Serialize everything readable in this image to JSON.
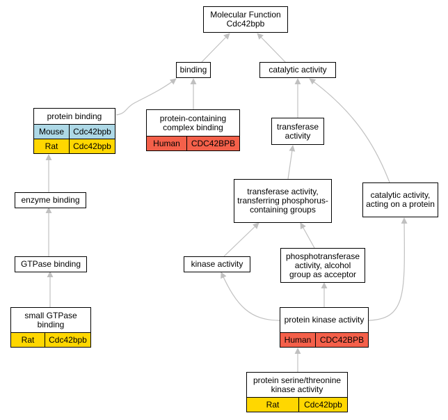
{
  "diagram": {
    "nodes": {
      "mf": {
        "title": "Molecular Function Cdc42bpb"
      },
      "binding": {
        "title": "binding"
      },
      "catalytic": {
        "title": "catalytic activity"
      },
      "protein_binding": {
        "title": "protein binding",
        "rows": [
          {
            "species": "Mouse",
            "gene": "Cdc42bpb",
            "color": "#add8e6"
          },
          {
            "species": "Rat",
            "gene": "Cdc42bpb",
            "color": "#ffd700"
          }
        ]
      },
      "complex_binding": {
        "title": "protein-containing complex binding",
        "rows": [
          {
            "species": "Human",
            "gene": "CDC42BPB",
            "color": "#f4604a"
          }
        ]
      },
      "transferase": {
        "title": "transferase activity"
      },
      "transferase_phos": {
        "title": "transferase activity, transferring phosphorus-containing groups"
      },
      "catalytic_protein": {
        "title": "catalytic activity, acting on a protein"
      },
      "enzyme_binding": {
        "title": "enzyme binding"
      },
      "gtpase_binding": {
        "title": "GTPase binding"
      },
      "kinase": {
        "title": "kinase activity"
      },
      "phosphotransferase": {
        "title": "phosphotransferase activity, alcohol group as acceptor"
      },
      "small_gtpase": {
        "title": "small GTPase binding",
        "rows": [
          {
            "species": "Rat",
            "gene": "Cdc42bpb",
            "color": "#ffd700"
          }
        ]
      },
      "protein_kinase": {
        "title": "protein kinase activity",
        "rows": [
          {
            "species": "Human",
            "gene": "CDC42BPB",
            "color": "#f4604a"
          }
        ]
      },
      "serine_threonine": {
        "title": "protein serine/threonine kinase activity",
        "rows": [
          {
            "species": "Rat",
            "gene": "Cdc42bpb",
            "color": "#ffd700"
          }
        ]
      }
    }
  }
}
